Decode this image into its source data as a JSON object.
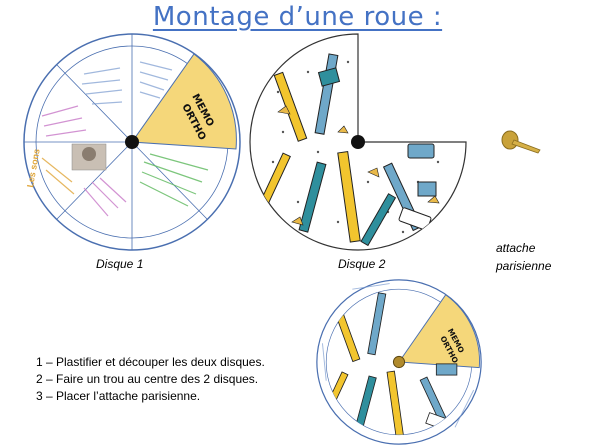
{
  "title": "Montage d’une roue :",
  "captions": {
    "disk1": "Disque 1",
    "disk2": "Disque 2",
    "fastener_line1": "attache",
    "fastener_line2": "parisienne"
  },
  "wheel_label": {
    "line1": "MEMO",
    "line2": "ORTHO"
  },
  "steps": [
    "1 – Plastifier et découper les deux disques.",
    "2 – Faire un trou au centre des 2 disques.",
    "3 – Placer l’attache parisienne."
  ],
  "colors": {
    "title": "#4472c4",
    "wedge": "#f5d77a",
    "outline": "#4a6fb0",
    "pencil_yellow": "#f2c52e",
    "pencil_blue": "#6fa8c9",
    "pencil_teal": "#2f8f9d"
  }
}
